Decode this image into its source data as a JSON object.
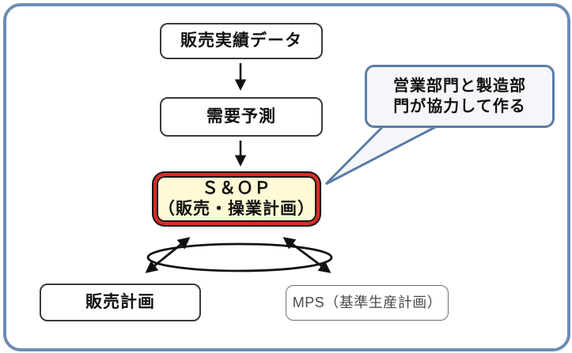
{
  "diagram": {
    "nodes": {
      "sales_data": "販売実績データ",
      "demand_forecast": "需要予測",
      "sop": {
        "line1": "Ｓ＆ＯＰ",
        "line2": "（販売・操業計画）"
      },
      "sales_plan": "販売計画",
      "mps": "MPS（基準生産計画）"
    },
    "callout": {
      "line1": "営業部門と製造部",
      "line2": "門が協力して作る"
    },
    "colors": {
      "outer_border": "#6E8CB4",
      "node_border": "#3A3A3A",
      "sop_fill": "#FFF9D6",
      "sop_border_red": "#D92C21",
      "sop_border_black": "#161616",
      "callout_border": "#5B7CA8",
      "callout_fill": "#F5F6F9",
      "arrow": "#111111"
    }
  }
}
